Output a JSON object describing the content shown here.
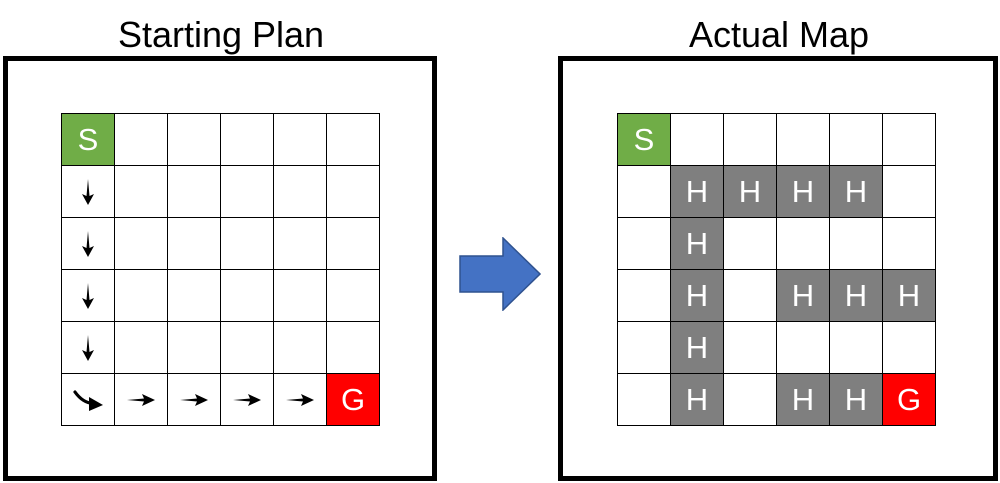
{
  "left_panel": {
    "title": "Starting Plan",
    "grid": [
      [
        {
          "t": "start",
          "label": "S"
        },
        {
          "t": "empty"
        },
        {
          "t": "empty"
        },
        {
          "t": "empty"
        },
        {
          "t": "empty"
        },
        {
          "t": "empty"
        }
      ],
      [
        {
          "t": "arrow",
          "dir": "down"
        },
        {
          "t": "empty"
        },
        {
          "t": "empty"
        },
        {
          "t": "empty"
        },
        {
          "t": "empty"
        },
        {
          "t": "empty"
        }
      ],
      [
        {
          "t": "arrow",
          "dir": "down"
        },
        {
          "t": "empty"
        },
        {
          "t": "empty"
        },
        {
          "t": "empty"
        },
        {
          "t": "empty"
        },
        {
          "t": "empty"
        }
      ],
      [
        {
          "t": "arrow",
          "dir": "down"
        },
        {
          "t": "empty"
        },
        {
          "t": "empty"
        },
        {
          "t": "empty"
        },
        {
          "t": "empty"
        },
        {
          "t": "empty"
        }
      ],
      [
        {
          "t": "arrow",
          "dir": "down"
        },
        {
          "t": "empty"
        },
        {
          "t": "empty"
        },
        {
          "t": "empty"
        },
        {
          "t": "empty"
        },
        {
          "t": "empty"
        }
      ],
      [
        {
          "t": "arrow",
          "dir": "curve"
        },
        {
          "t": "arrow",
          "dir": "right"
        },
        {
          "t": "arrow",
          "dir": "right"
        },
        {
          "t": "arrow",
          "dir": "right"
        },
        {
          "t": "arrow",
          "dir": "right"
        },
        {
          "t": "goal",
          "label": "G"
        }
      ]
    ]
  },
  "right_panel": {
    "title": "Actual Map",
    "grid": [
      [
        {
          "t": "start",
          "label": "S"
        },
        {
          "t": "empty"
        },
        {
          "t": "empty"
        },
        {
          "t": "empty"
        },
        {
          "t": "empty"
        },
        {
          "t": "empty"
        }
      ],
      [
        {
          "t": "empty"
        },
        {
          "t": "hole",
          "label": "H"
        },
        {
          "t": "hole",
          "label": "H"
        },
        {
          "t": "hole",
          "label": "H"
        },
        {
          "t": "hole",
          "label": "H"
        },
        {
          "t": "empty"
        }
      ],
      [
        {
          "t": "empty"
        },
        {
          "t": "hole",
          "label": "H"
        },
        {
          "t": "empty"
        },
        {
          "t": "empty"
        },
        {
          "t": "empty"
        },
        {
          "t": "empty"
        }
      ],
      [
        {
          "t": "empty"
        },
        {
          "t": "hole",
          "label": "H"
        },
        {
          "t": "empty"
        },
        {
          "t": "hole",
          "label": "H"
        },
        {
          "t": "hole",
          "label": "H"
        },
        {
          "t": "hole",
          "label": "H"
        }
      ],
      [
        {
          "t": "empty"
        },
        {
          "t": "hole",
          "label": "H"
        },
        {
          "t": "empty"
        },
        {
          "t": "empty"
        },
        {
          "t": "empty"
        },
        {
          "t": "empty"
        }
      ],
      [
        {
          "t": "empty"
        },
        {
          "t": "hole",
          "label": "H"
        },
        {
          "t": "empty"
        },
        {
          "t": "hole",
          "label": "H"
        },
        {
          "t": "hole",
          "label": "H"
        },
        {
          "t": "goal",
          "label": "G"
        }
      ]
    ]
  },
  "icons": {
    "down": "arrow-down-icon",
    "right": "arrow-right-icon",
    "curve": "curved-arrow-icon",
    "transition": "transition-arrow-icon"
  },
  "colors": {
    "start": "#70ad47",
    "goal": "#ff0000",
    "hole": "#7f7f7f",
    "transition_arrow": "#4472c4"
  }
}
